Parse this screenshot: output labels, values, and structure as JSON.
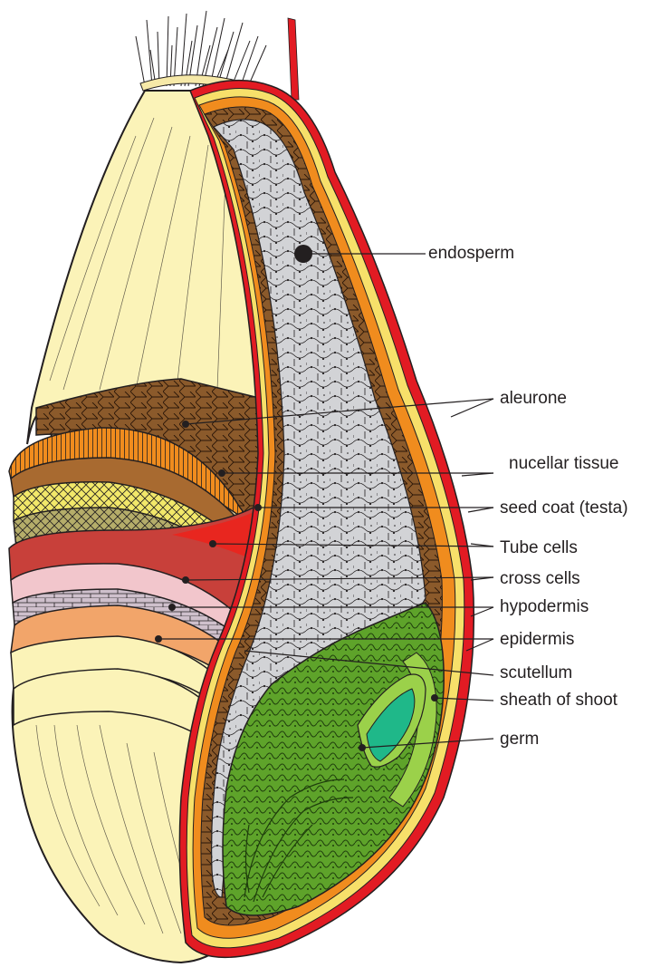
{
  "diagram": {
    "labels": {
      "endosperm": "endosperm",
      "aleurone": "aleurone",
      "nucellar_tissue": "nucellar tissue",
      "seed_coat": "seed coat (testa)",
      "tube_cells": "Tube cells",
      "cross_cells": "cross cells",
      "hypodermis": "hypodermis",
      "epidermis": "epidermis",
      "scutellum": "scutellum",
      "sheath_of_shoot": "sheath of shoot",
      "germ": "germ"
    },
    "colors": {
      "husk": "#fbf3b8",
      "aleurone": "#8b5a2b",
      "orange_layer": "#f08c1e",
      "brown_layer": "#a86a30",
      "testa_yellow": "#f2e86a",
      "olive_layer": "#b5ad6a",
      "red_layer": "#e8261f",
      "pink_layer": "#f2c6cc",
      "lilac_layer": "#cfc0cc",
      "peach_layer": "#f2a56a",
      "endosperm": "#d2d3d6",
      "germ_green": "#5ea32a",
      "germ_light": "#9bd14a",
      "teal": "#1fb889",
      "outer_red": "#e21b23",
      "outline": "#231f20"
    }
  }
}
